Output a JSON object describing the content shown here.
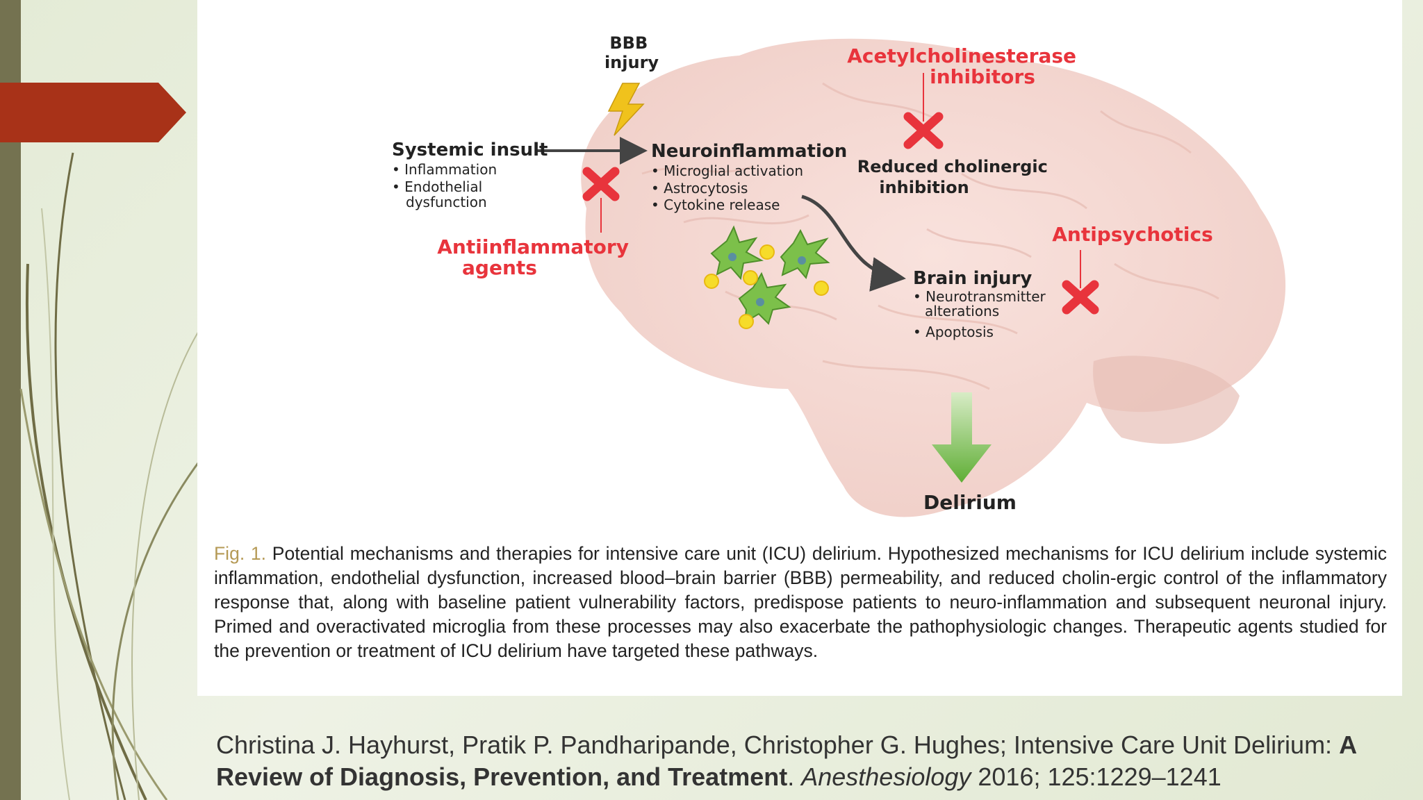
{
  "diagram": {
    "bbb_injury": [
      "BBB",
      "injury"
    ],
    "acetylcholinesterase": [
      "Acetylcholinesterase",
      "inhibitors"
    ],
    "systemic_insult": {
      "title": "Systemic insult",
      "bullets": [
        "• Inflammation",
        "• Endothelial",
        "dysfunction"
      ]
    },
    "neuroinflammation": {
      "title": "Neuroinflammation",
      "bullets": [
        "• Microglial activation",
        "• Astrocytosis",
        "• Cytokine release"
      ]
    },
    "reduced_cholinergic": [
      "Reduced cholinergic",
      "inhibition"
    ],
    "antiinflammatory": [
      "Antiinflammatory",
      "agents"
    ],
    "antipsychotics": "Antipsychotics",
    "brain_injury": {
      "title": "Brain injury",
      "bullets": [
        "• Neurotransmitter",
        "alterations",
        "• Apoptosis"
      ]
    },
    "delirium": "Delirium",
    "colors": {
      "accent_red": "#e8343c",
      "arrow_green": "#6ab33e",
      "brain_pink": "#f6dcd6"
    }
  },
  "caption": {
    "fig_label": "Fig. 1.",
    "text": " Potential mechanisms and therapies for intensive care unit (ICU) delirium. Hypothesized mechanisms for ICU delirium include systemic inflammation, endothelial dysfunction, increased blood–brain barrier (BBB) permeability, and reduced cholin-ergic control of the inflammatory response that, along with baseline patient vulnerability factors, predispose patients to neuro-inflammation and subsequent neuronal injury. Primed and overactivated microglia from these processes may also exacerbate the pathophysiologic changes. Therapeutic agents studied for the prevention or treatment of ICU delirium have targeted these pathways."
  },
  "citation": {
    "authors": "Christina J. Hayhurst, Pratik P. Pandharipande, Christopher G. Hughes; Intensive Care Unit Delirium: ",
    "title": "A Review of Diagnosis, Prevention, and Treatment",
    "sep": ". ",
    "journal": "Anesthesiology",
    "details": " 2016; 125:1229–1241"
  }
}
